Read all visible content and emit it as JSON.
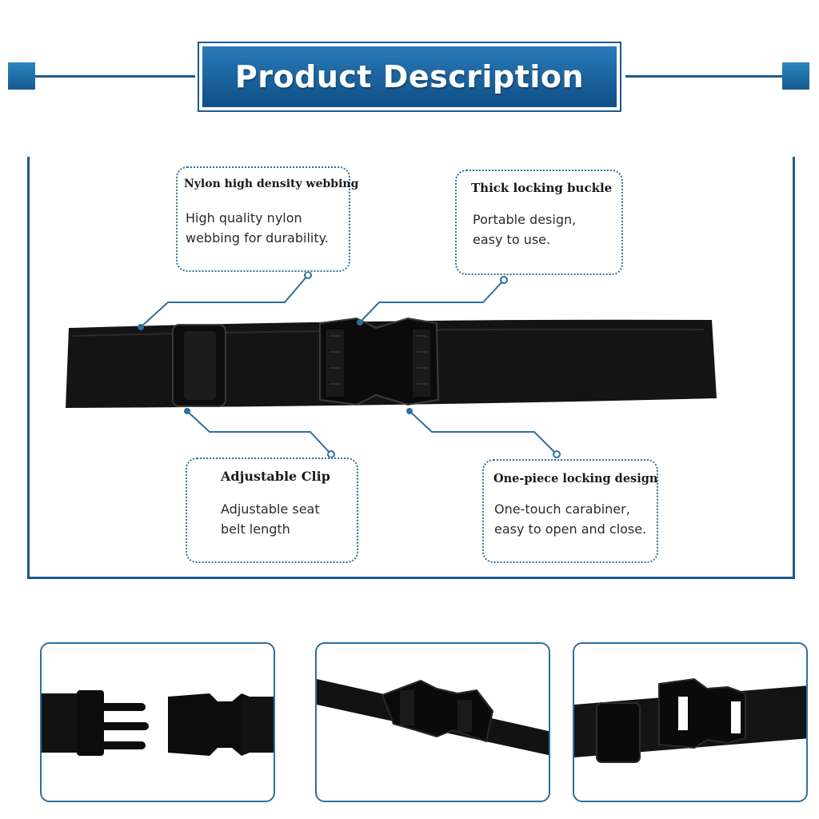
{
  "header": {
    "title": "Product Description"
  },
  "callouts": {
    "webbing": {
      "title": "Nylon high density webbing",
      "line1": "High quality nylon",
      "line2": "webbing for durability."
    },
    "buckle": {
      "title": "Thick locking buckle",
      "line1": "Portable design,",
      "line2": "easy to use."
    },
    "clip": {
      "title": "Adjustable Clip",
      "line1": "Adjustable seat",
      "line2": "belt length"
    },
    "locking": {
      "title": "One-piece locking design",
      "line1": "One-touch carabiner,",
      "line2": "easy to open and close."
    }
  },
  "colors": {
    "accent": "#1e5a8a",
    "belt": "#141414"
  }
}
